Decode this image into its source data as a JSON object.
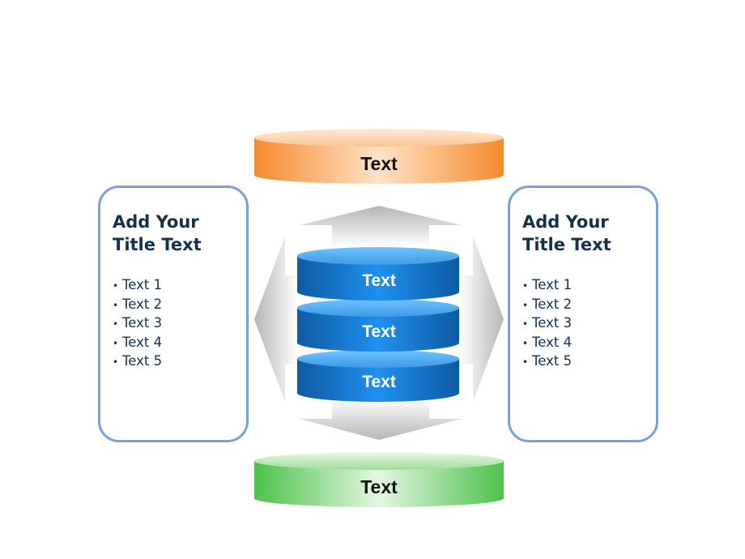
{
  "cylinders": {
    "top": {
      "label": "Text",
      "color": "#f58a2d"
    },
    "bottom": {
      "label": "Text",
      "color": "#4cc24a"
    },
    "stack": [
      {
        "label": "Text"
      },
      {
        "label": "Text"
      },
      {
        "label": "Text"
      }
    ],
    "stack_color": "#1f7fd6"
  },
  "left_panel": {
    "title": "Add Your\nTitle Text",
    "items": [
      "Text 1",
      "Text 2",
      "Text 3",
      "Text 4",
      "Text 5"
    ]
  },
  "right_panel": {
    "title": "Add Your\nTitle Text",
    "items": [
      "Text 1",
      "Text 2",
      "Text 3",
      "Text 4",
      "Text 5"
    ]
  },
  "colors": {
    "panel_border": "#7b9edc",
    "panel_text": "#14304f",
    "arrow_gray": "#b8b8b8"
  }
}
